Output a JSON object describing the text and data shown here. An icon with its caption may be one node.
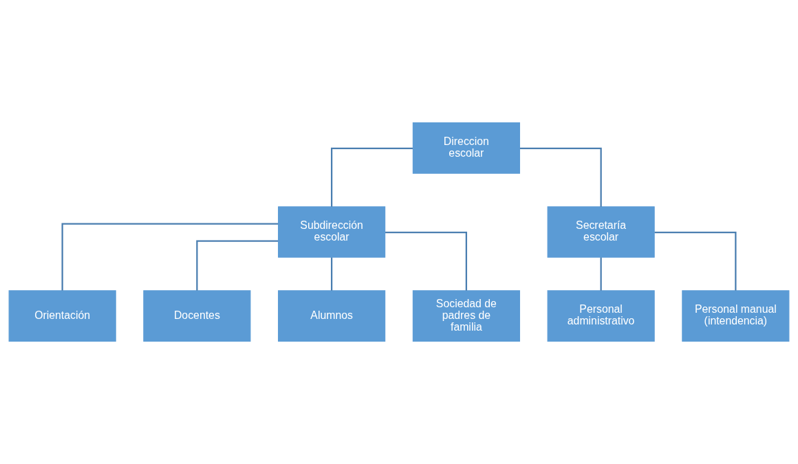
{
  "diagram": {
    "nodes": [
      {
        "text": [
          "Direccion escolar"
        ]
      },
      {
        "text": [
          "Subdirección escolar"
        ]
      },
      {
        "text": [
          "Secretaría escolar"
        ]
      },
      {
        "text": [
          "Orientación"
        ]
      },
      {
        "text": [
          "Docentes"
        ]
      },
      {
        "text": [
          "Alumnos"
        ]
      },
      {
        "text": [
          "Sociedad de padres de familia"
        ]
      },
      {
        "text": [
          "Personal administrativo"
        ]
      },
      {
        "text": [
          "Personal manual (intendencia)"
        ]
      }
    ],
    "edges": [
      {
        "from": 0,
        "to": 1,
        "arrow": "none"
      },
      {
        "from": 0,
        "to": 2,
        "arrow": "none"
      },
      {
        "from": 1,
        "to": 3,
        "arrow": "none"
      },
      {
        "from": 1,
        "to": 4,
        "arrow": "none"
      },
      {
        "from": 1,
        "to": 5,
        "arrow": "none"
      },
      {
        "from": 1,
        "to": 6,
        "arrow": "none"
      },
      {
        "from": 2,
        "to": 7,
        "arrow": "none"
      },
      {
        "from": 2,
        "to": 8,
        "arrow": "none"
      }
    ]
  }
}
